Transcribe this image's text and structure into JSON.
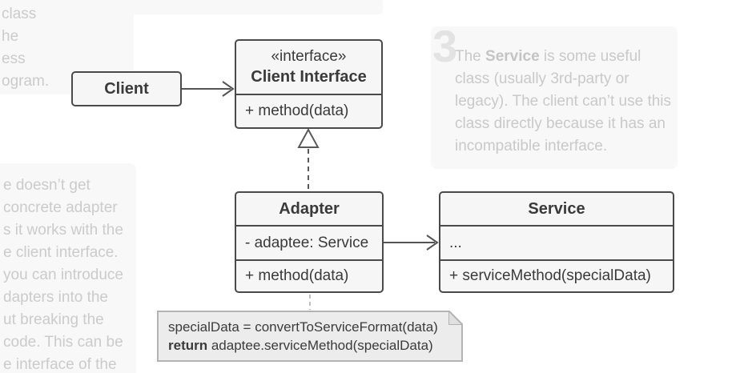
{
  "colors": {
    "panel_bg": "#f8f8f8",
    "faded_text": "#cbcbcb",
    "step_number": "#e3e3e3",
    "box_border": "#4a4a4a",
    "box_bg": "#f6f6f6",
    "box_text": "#3a3a3a",
    "note_bg": "#ececec",
    "note_border": "#b3b3b3",
    "connector": "#545454"
  },
  "step1": {
    "lines": [
      "class",
      "he",
      "ess",
      "ogram."
    ]
  },
  "step2": {
    "lines": [
      "e doesn’t get",
      "concrete adapter",
      "s it works with the",
      "e client interface.",
      "you can introduce",
      "dapters into the",
      "ut breaking the",
      "code. This can be",
      "e interface of the"
    ]
  },
  "step3": {
    "number": "3",
    "line1_pre": "The ",
    "line1_bold": "Service",
    "line1_post": " is some useful",
    "line2": "class (usually 3rd-party or",
    "line3": "legacy). The client can’t use this",
    "line4": "class directly because it has an",
    "line5": "incompatible interface."
  },
  "diagram": {
    "client": {
      "title": "Client"
    },
    "client_interface": {
      "stereotype": "«interface»",
      "title": "Client Interface",
      "method": "+ method(data)"
    },
    "adapter": {
      "title": "Adapter",
      "attribute": "- adaptee: Service",
      "method": "+ method(data)"
    },
    "service": {
      "title": "Service",
      "attribute": "...",
      "method": "+ serviceMethod(specialData)"
    }
  },
  "note": {
    "line1": "specialData = convertToServiceFormat(data)",
    "line2_keyword": "return",
    "line2_rest": " adaptee.serviceMethod(specialData)"
  }
}
